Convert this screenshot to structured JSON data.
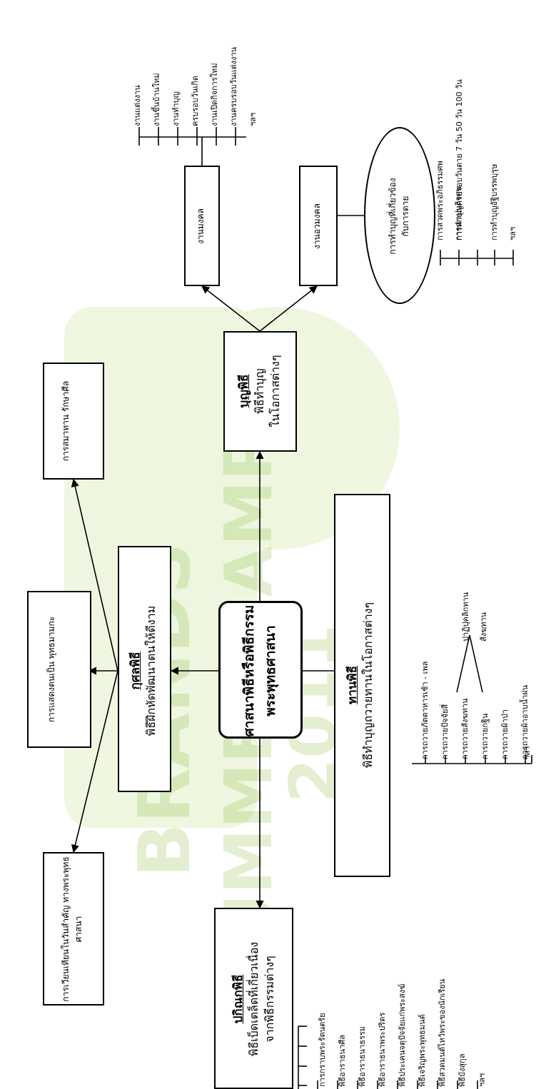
{
  "center": {
    "line1": "ศาสนาพิธีหรือพิธีกรรม",
    "line2": "พระพุทธศาสนา"
  },
  "kusala": {
    "title": "กุศลพิธี",
    "subtitle": "พิธีฝึกหัดพัฒนาตนให้ดีงาม",
    "children": [
      "การเวียนเทียนในวันสำคัญ ทางพระพุทธศาสนา",
      "การแสดงตนเป็น พุทธมามกะ",
      "การสมาทาน รักษาศีล"
    ]
  },
  "bun": {
    "title": "บุญพิธี",
    "line2": "พิธีทำบุญ",
    "line3": "ในโอกาสต่างๆ",
    "mongkhon": "งานมงคล",
    "amongkhon": "งานอวมงคล",
    "ellipse": {
      "line1": "การทำบุญที่เกี่ยวข้อง",
      "line2": "กับการตาย"
    },
    "mongkhon_items": [
      "งานแต่งงาน",
      "งานขึ้นบ้านใหม่",
      "งานทำบุญ",
      "ครบรอบวันเกิด",
      "งานเปิดกิจการใหม่",
      "งานครบรอบวันแต่งงาน",
      "ฯลฯ"
    ],
    "death_items": [
      "การสวดพระอภิธรรมศพ",
      "การฌาปนกิจศพ",
      "การทำบุญครบรอบวันตาย 7 วัน 50 วัน 100 วัน",
      "การทำบุญอัฐิบรรพบุรุษ",
      "ฯลฯ"
    ]
  },
  "than": {
    "title": "ทานพิธี",
    "subtitle": "พิธีทำบุญถวายทานในโอกาสต่างๆ",
    "items": [
      "การถวายภัตตาหารเช้า - เพล",
      "การถวายปัจจัยสี่",
      "การถวายสังฆทาน",
      "การถวายกฐิน",
      "การถวายผ้าป่า",
      "การถวายผ้าอาบน้ำฝน",
      "ฯลฯ"
    ],
    "branch": [
      "ปาฏิปุคลิกทาน",
      "สังฆทาน"
    ]
  },
  "pakinnaka": {
    "title": "ปกิณกพิธี",
    "line2": "พิธีเบ็ดเตล็ดที่เกี่ยวเนื่อง",
    "line3": "จากพิธีกรรมต่างๆ",
    "items": [
      "การกราบพระรัตนตรัย",
      "พิธีอาราธนาศีล",
      "พิธีอาราธนาธรรม",
      "พิธีอาราธนาพระปริตร",
      "พิธีประเคนจตุปัจจัยแก่พระสงฆ์",
      "พิธีเจริญพระพุทธมนต์",
      "พิธีสวดมนต์ไหว้พระของนักเรียน",
      "พิธีบังสุกุล",
      "ฯลฯ"
    ]
  },
  "watermark": {
    "line1": "BRANDS",
    "line2": "SUMMER CAMP",
    "line3": "2011"
  },
  "colors": {
    "line": "#000000",
    "watermark": "#9acb3c"
  }
}
